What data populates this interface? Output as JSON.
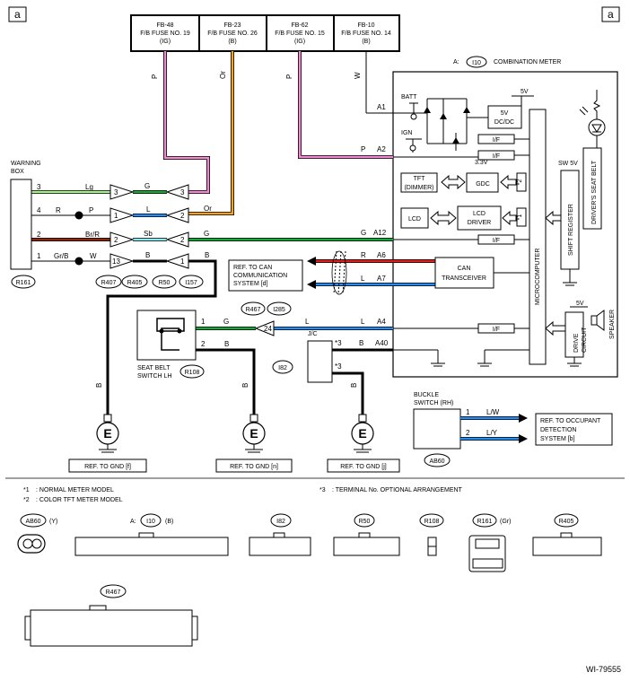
{
  "corner_label": "a",
  "fuses": [
    {
      "id": "FB-48",
      "name": "F/B FUSE NO. 19",
      "sub": "(IG)"
    },
    {
      "id": "FB-23",
      "name": "F/B FUSE NO. 26",
      "sub": "(B)"
    },
    {
      "id": "FB-62",
      "name": "F/B FUSE NO. 15",
      "sub": "(IG)"
    },
    {
      "id": "FB-10",
      "name": "F/B FUSE NO. 14",
      "sub": "(B)"
    }
  ],
  "combo_meter": {
    "prefix": "A:",
    "connector": "I10",
    "title": "COMBINATION METER"
  },
  "meter": {
    "batt": "BATT",
    "ign": "IGN",
    "five_v": "5V",
    "dcdc_1": "5V",
    "dcdc_2": "DC/DC",
    "if": "I/F",
    "v33": "3.3V",
    "gdc": "GDC",
    "tft_1": "TFT",
    "tft_2": "(DIMMER)",
    "lcd": "LCD",
    "lcd_driver_1": "LCD",
    "lcd_driver_2": "DRIVER",
    "star2": "*2",
    "star1": "*1",
    "can_1": "CAN",
    "can_2": "TRANSCEIVER",
    "micro": "MICROCOMPUTER",
    "shift": "SHIFT REGISTER",
    "sw5v": "SW 5V",
    "seatbelt": "DRIVER'S SEAT BELT",
    "drive_1": "DRIVE",
    "drive_2": "CIRCUIT",
    "speaker": "SPEAKER",
    "spk5v": "5V"
  },
  "pins": {
    "a1": "A1",
    "a2": "A2",
    "a12": "A12",
    "a6": "A6",
    "a7": "A7",
    "a4": "A4",
    "a40": "A40"
  },
  "wire_colors": {
    "p": "P",
    "or": "Or",
    "w": "W",
    "lg": "Lg",
    "g": "G",
    "r": "R",
    "l": "L",
    "br_r": "Br/R",
    "sb": "Sb",
    "gr_b": "Gr/B",
    "b": "B",
    "lw": "L/W",
    "ly": "L/Y"
  },
  "warning_box": {
    "l1": "WARNING",
    "l2": "BOX",
    "pin3": "3",
    "pin4": "4",
    "pin2": "2",
    "pin1": "1",
    "conn": "R161"
  },
  "connector_pins": {
    "p3": "3",
    "p1": "1",
    "p2": "2",
    "p13": "13",
    "p24": "24"
  },
  "connector_tags": [
    "R407",
    "R405",
    "R50",
    "I157"
  ],
  "can_ref": {
    "l1": "REF. TO CAN",
    "l2": "COMMUNICATION",
    "l3": "SYSTEM [d]"
  },
  "seat_switch": {
    "l1": "SEAT BELT",
    "l2": "SWITCH LH",
    "conn": "R108",
    "pin1": "1",
    "pin2": "2"
  },
  "r467_tags": [
    "R467",
    "I285"
  ],
  "jc": {
    "l1": "J/C",
    "conn": "I82",
    "star3": "*3"
  },
  "ground": {
    "e": "E",
    "ref_f": "REF. TO GND [f]",
    "ref_n": "REF. TO GND [n]",
    "ref_j": "REF. TO GND [j]"
  },
  "buckle": {
    "l1": "BUCKLE",
    "l2": "SWITCH (RH)",
    "conn": "AB60",
    "pin1": "1",
    "pin2": "2",
    "ref1": "REF. TO OCCUPANT",
    "ref2": "DETECTION",
    "ref3": "SYSTEM [b]"
  },
  "notes": {
    "n1_mark": "*1",
    "n1": ": NORMAL METER MODEL",
    "n2_mark": "*2",
    "n2": ": COLOR TFT METER MODEL",
    "n3_mark": "*3",
    "n3": ": TERMINAL No. OPTIONAL ARRANGEMENT"
  },
  "connector_views": {
    "ab60": "AB60",
    "ab60_c": "(Y)",
    "i10_prefix": "A:",
    "i10": "I10",
    "i10_c": "(B)",
    "i82": "I82",
    "r50": "R50",
    "r108": "R108",
    "r161": "R161",
    "r161_c": "(Gr)",
    "r405": "R405",
    "r467": "R467"
  },
  "figure_id": "WI-79555"
}
